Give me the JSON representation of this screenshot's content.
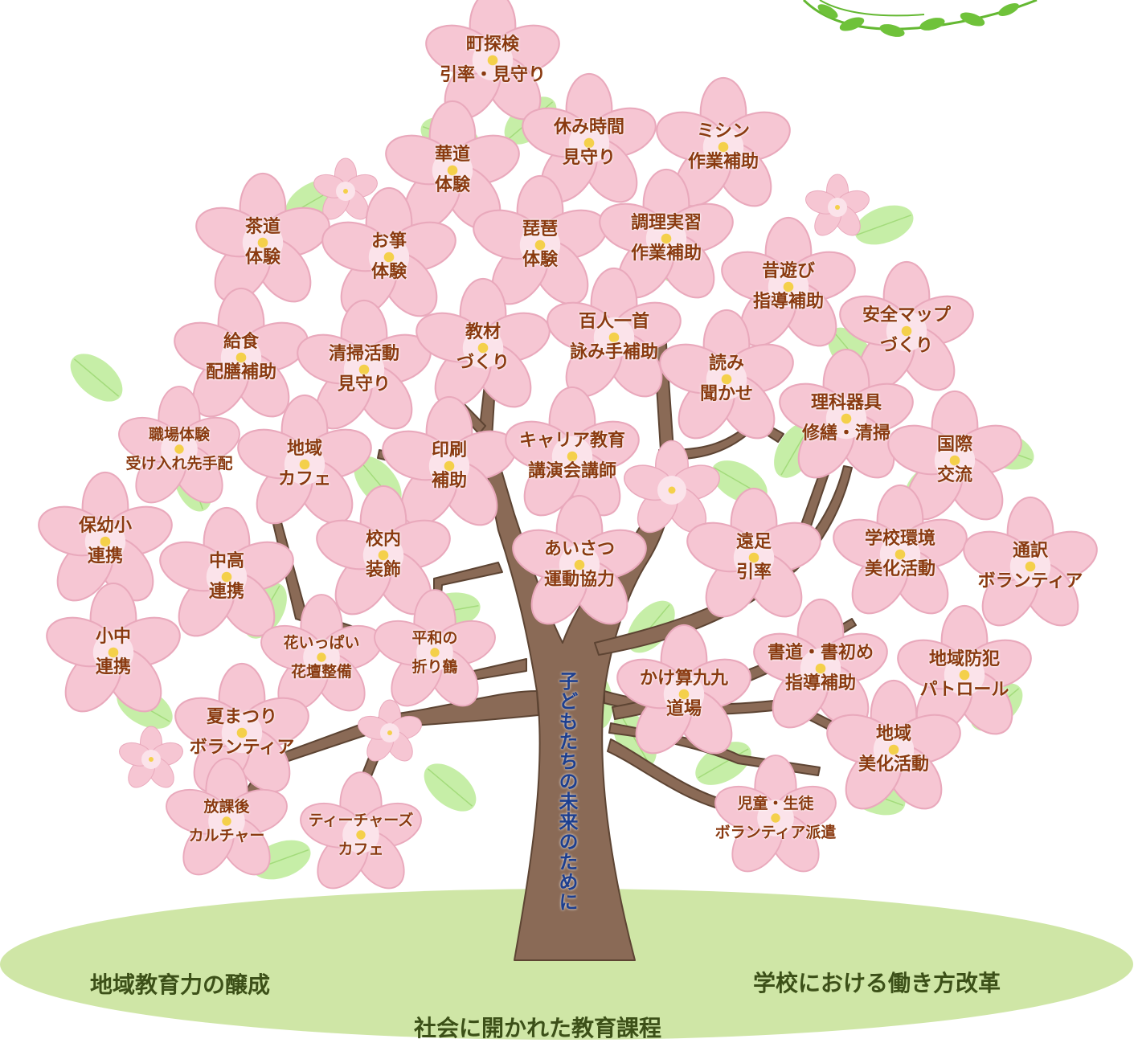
{
  "trunk_text": "子どもたちの未来のために",
  "ground": {
    "left": "地域教育力の醸成",
    "right": "学校における働き方改革",
    "bottom": "社会に開かれた教育課程"
  },
  "colors": {
    "petal": "#f6c6d3",
    "petal_edge": "#e39bb0",
    "trunk": "#8a6a56",
    "leaf": "#a9e07f",
    "ground": "#cfe6a6",
    "label": "#8a3a10",
    "trunk_text": "#1d3f8f"
  },
  "flowers": [
    {
      "line1": "町探検",
      "line2": "引率・見守り"
    },
    {
      "line1": "休み時間",
      "line2": "見守り"
    },
    {
      "line1": "ミシン",
      "line2": "作業補助"
    },
    {
      "line1": "華道",
      "line2": "体験"
    },
    {
      "line1": "茶道",
      "line2": "体験"
    },
    {
      "line1": "お箏",
      "line2": "体験"
    },
    {
      "line1": "琵琶",
      "line2": "体験"
    },
    {
      "line1": "調理実習",
      "line2": "作業補助"
    },
    {
      "line1": "昔遊び",
      "line2": "指導補助"
    },
    {
      "line1": "安全マップ",
      "line2": "づくり"
    },
    {
      "line1": "給食",
      "line2": "配膳補助"
    },
    {
      "line1": "清掃活動",
      "line2": "見守り"
    },
    {
      "line1": "教材",
      "line2": "づくり"
    },
    {
      "line1": "百人一首",
      "line2": "詠み手補助"
    },
    {
      "line1": "読み",
      "line2": "聞かせ"
    },
    {
      "line1": "理科器具",
      "line2": "修繕・清掃"
    },
    {
      "line1": "職場体験",
      "line2": "受け入れ先手配"
    },
    {
      "line1": "地域",
      "line2": "カフェ"
    },
    {
      "line1": "印刷",
      "line2": "補助"
    },
    {
      "line1": "キャリア教育",
      "line2": "講演会講師"
    },
    {
      "line1": "国際",
      "line2": "交流"
    },
    {
      "line1": "保幼小",
      "line2": "連携"
    },
    {
      "line1": "中高",
      "line2": "連携"
    },
    {
      "line1": "校内",
      "line2": "装飾"
    },
    {
      "line1": "あいさつ",
      "line2": "運動協力"
    },
    {
      "line1": "遠足",
      "line2": "引率"
    },
    {
      "line1": "学校環境",
      "line2": "美化活動"
    },
    {
      "line1": "通訳",
      "line2": "ボランティア"
    },
    {
      "line1": "小中",
      "line2": "連携"
    },
    {
      "line1": "花いっぱい",
      "line2": "花壇整備"
    },
    {
      "line1": "平和の",
      "line2": "折り鶴"
    },
    {
      "line1": "かけ算九九",
      "line2": "道場"
    },
    {
      "line1": "書道・書初め",
      "line2": "指導補助"
    },
    {
      "line1": "地域防犯",
      "line2": "パトロール"
    },
    {
      "line1": "夏まつり",
      "line2": "ボランティア"
    },
    {
      "line1": "地域",
      "line2": "美化活動"
    },
    {
      "line1": "放課後",
      "line2": "カルチャー"
    },
    {
      "line1": "ティーチャーズ",
      "line2": "カフェ"
    },
    {
      "line1": "児童・生徒",
      "line2": "ボランティア派遣"
    }
  ]
}
